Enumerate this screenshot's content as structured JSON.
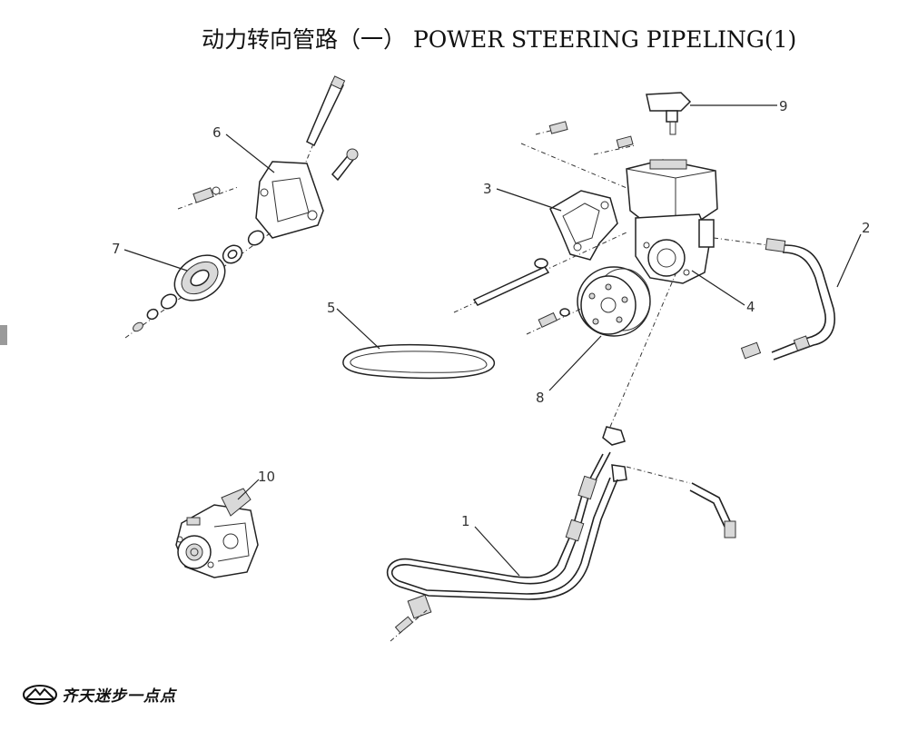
{
  "title": "动力转向管路（一）  POWER STEERING PIPELING(1)",
  "callouts": [
    "1",
    "2",
    "3",
    "4",
    "5",
    "6",
    "7",
    "8",
    "9",
    "10"
  ],
  "brand": {
    "slogan": "齐天迷步一点点"
  }
}
